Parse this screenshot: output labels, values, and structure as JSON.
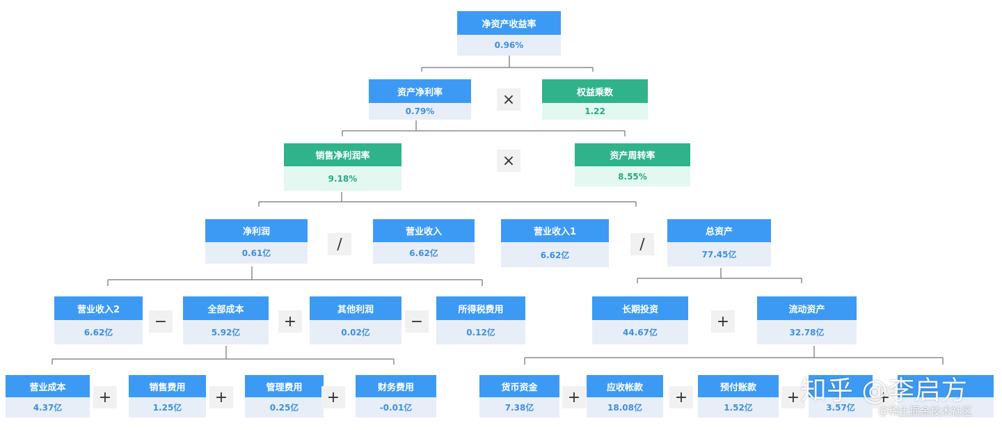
{
  "nodes": {
    "roe": {
      "label": "净资产收益率",
      "value": "0.96%"
    },
    "roa": {
      "label": "资产净利率",
      "value": "0.79%"
    },
    "equity_multiplier": {
      "label": "权益乘数",
      "value": "1.22"
    },
    "net_margin": {
      "label": "销售净利润率",
      "value": "9.18%"
    },
    "asset_turnover": {
      "label": "资产周转率",
      "value": "8.55%"
    },
    "net_profit": {
      "label": "净利润",
      "value": "0.61亿"
    },
    "revenue": {
      "label": "营业收入",
      "value": "6.62亿"
    },
    "revenue1": {
      "label": "营业收入1",
      "value": "6.62亿"
    },
    "total_assets": {
      "label": "总资产",
      "value": "77.45亿"
    },
    "revenue2": {
      "label": "营业收入2",
      "value": "6.62亿"
    },
    "total_cost": {
      "label": "全部成本",
      "value": "5.92亿"
    },
    "other_profit": {
      "label": "其他利润",
      "value": "0.02亿"
    },
    "income_tax": {
      "label": "所得税费用",
      "value": "0.12亿"
    },
    "long_term_invest": {
      "label": "长期投资",
      "value": "44.67亿"
    },
    "current_assets": {
      "label": "流动资产",
      "value": "32.78亿"
    },
    "operating_cost": {
      "label": "营业成本",
      "value": "4.37亿"
    },
    "selling_exp": {
      "label": "销售费用",
      "value": "1.25亿"
    },
    "admin_exp": {
      "label": "管理费用",
      "value": "0.25亿"
    },
    "finance_exp": {
      "label": "财务费用",
      "value": "-0.01亿"
    },
    "cash": {
      "label": "货币资金",
      "value": "7.38亿"
    },
    "receivables": {
      "label": "应收帐款",
      "value": "18.08亿"
    },
    "prepayments": {
      "label": "预付账款",
      "value": "1.52亿"
    },
    "inventory": {
      "label": "",
      "value": "3.57亿"
    },
    "other_current": {
      "label": "",
      "value": ""
    }
  },
  "operators": {
    "times": "×",
    "divide": "∕",
    "minus": "−",
    "plus": "+"
  },
  "watermark": {
    "main": "知乎 @李启方",
    "sub": "@稀土掘金技术社区"
  },
  "colors": {
    "blue_header": "#3d9af4",
    "green_header": "#30b38a",
    "blue_value_bg": "#e8eef8",
    "green_value_bg": "#e2f8f1"
  }
}
